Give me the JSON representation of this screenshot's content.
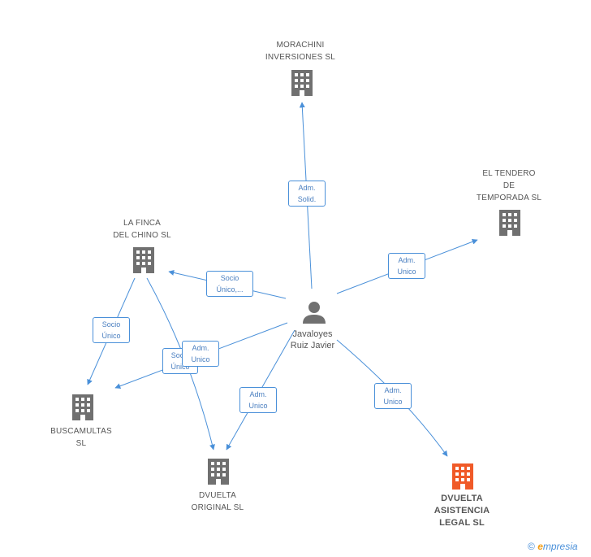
{
  "colors": {
    "edge": "#4a90d9",
    "building": "#707070",
    "highlight": "#f05a28",
    "person": "#707070"
  },
  "person": {
    "label": "Javaloyes\nRuiz Javier"
  },
  "nodes": {
    "morachini": {
      "label": "MORACHINI\nINVERSIONES SL",
      "icon": "building-icon"
    },
    "tendero": {
      "label": "EL TENDERO\nDE\nTEMPORADA SL",
      "icon": "building-icon"
    },
    "finca": {
      "label": "LA FINCA\nDEL CHINO SL",
      "icon": "building-icon"
    },
    "buscamultas": {
      "label": "BUSCAMULTAS\nSL",
      "icon": "building-icon"
    },
    "original": {
      "label": "DVUELTA\nORIGINAL SL",
      "icon": "building-icon"
    },
    "asistencia": {
      "label": "DVUELTA\nASISTENCIA\nLEGAL SL",
      "icon": "building-icon"
    }
  },
  "edges": {
    "morachini": "Adm.\nSolid.",
    "tendero": "Adm.\nUnico",
    "finca": "Socio\nÚnico,...",
    "buscamultas_finca": "Socio\nÚnico",
    "original_finca": "Socio\nÚnico",
    "buscamultas": "Adm.\nUnico",
    "original": "Adm.\nUnico",
    "asistencia": "Adm.\nUnico"
  },
  "brand": {
    "symbol": "©",
    "e": "e",
    "rest": "mpresia"
  }
}
